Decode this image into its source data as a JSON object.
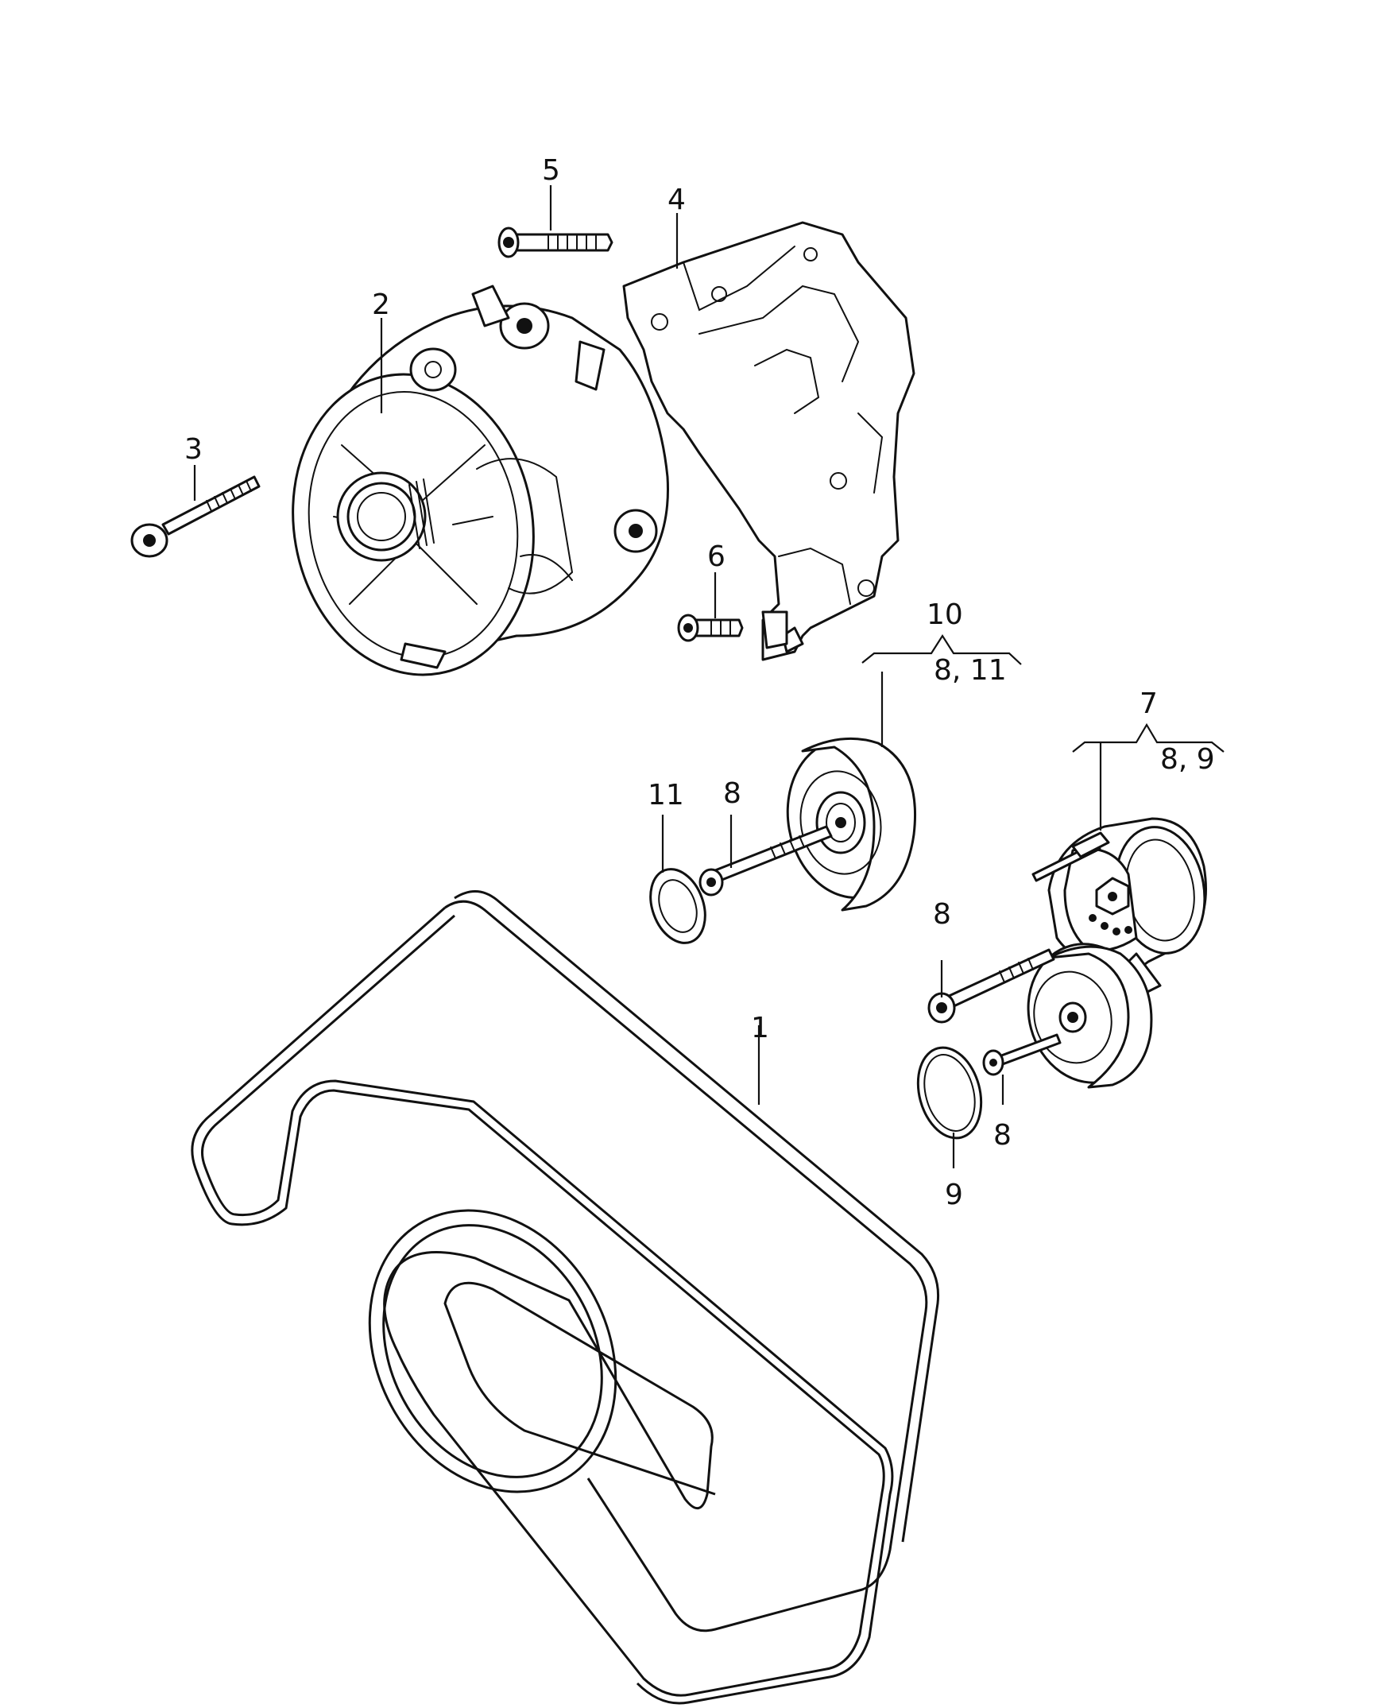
{
  "labels": {
    "belt": "1",
    "alternator": "2",
    "bolt_alternator": "3",
    "bracket": "4",
    "bolt_bracket_top": "5",
    "bolt_bracket_bottom": "6",
    "tensioner": "7",
    "tensioner_sub": "8, 9",
    "bolt_tensioner": "8",
    "bolt_tensioner_small": "8",
    "bolt_idler": "8",
    "ring_tensioner": "9",
    "idler": "10",
    "idler_sub": "8, 11",
    "washer_idler": "11"
  }
}
